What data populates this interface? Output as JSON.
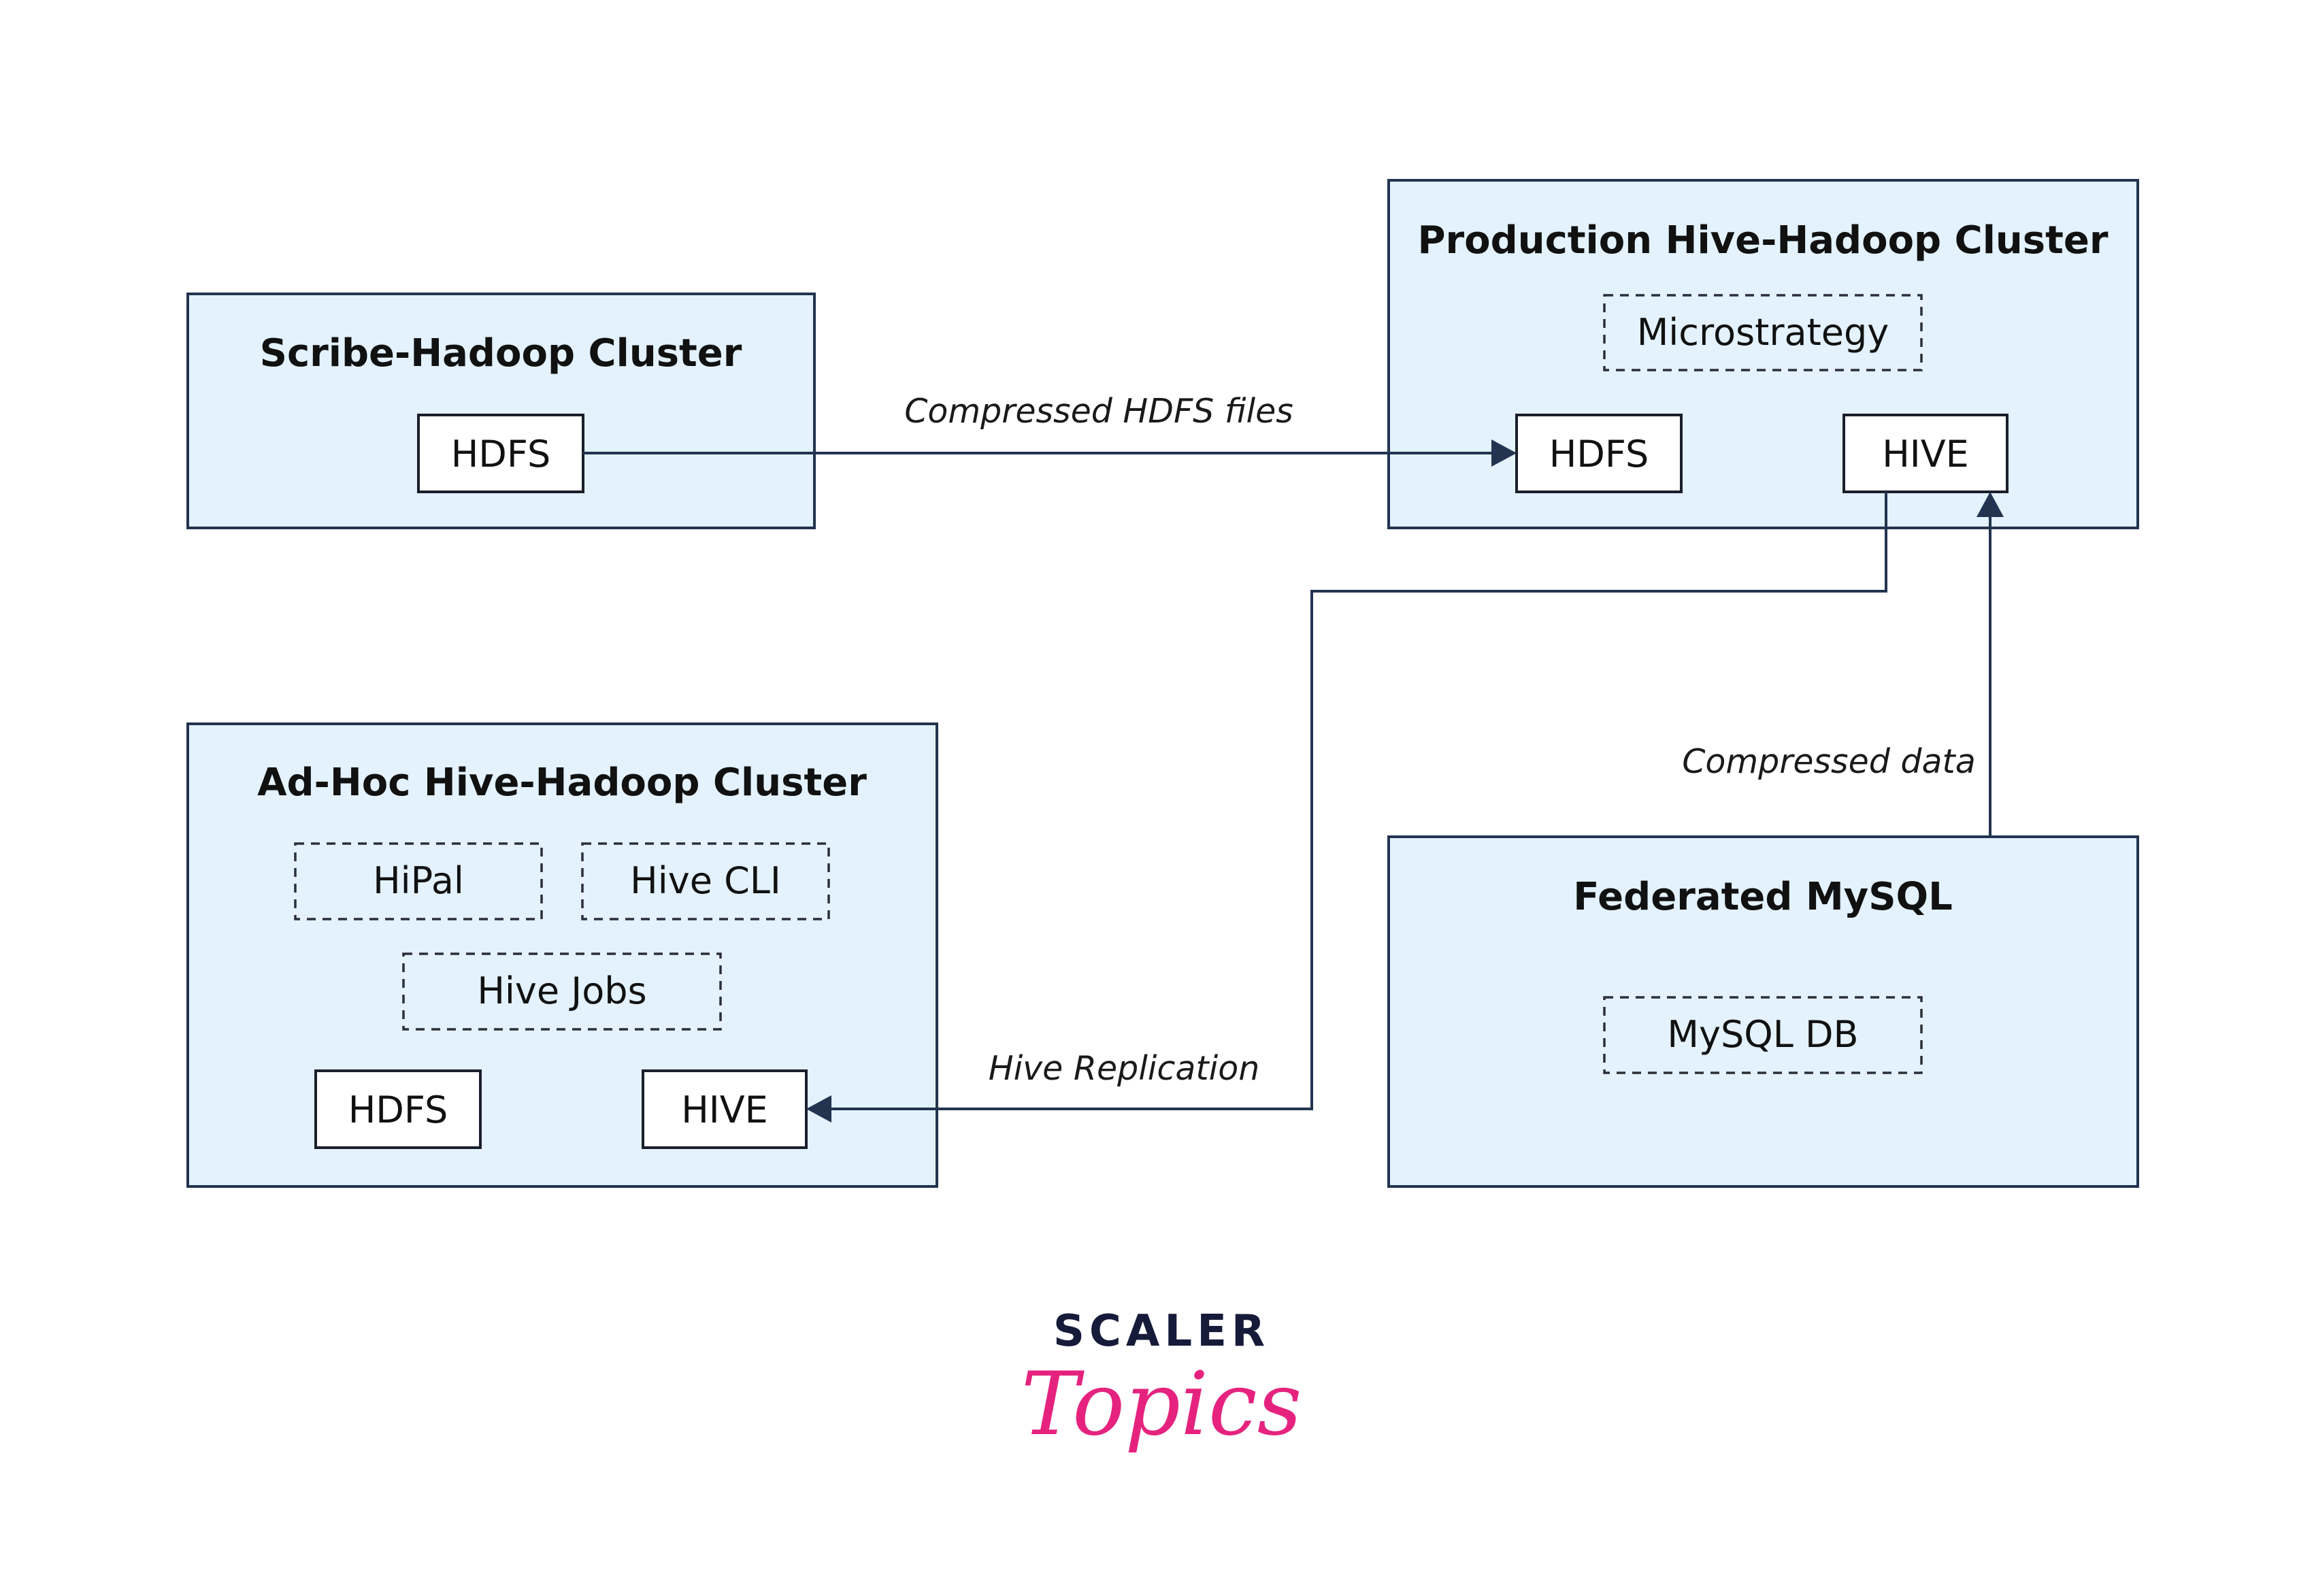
{
  "clusters": {
    "scribe": {
      "title": "Scribe-Hadoop Cluster",
      "hdfs": "HDFS"
    },
    "production": {
      "title": "Production Hive-Hadoop Cluster",
      "microstrategy": "Microstrategy",
      "hdfs": "HDFS",
      "hive": "HIVE"
    },
    "adhoc": {
      "title": "Ad-Hoc Hive-Hadoop Cluster",
      "hipal": "HiPal",
      "hive_cli": "Hive CLI",
      "hive_jobs": "Hive Jobs",
      "hdfs": "HDFS",
      "hive": "HIVE"
    },
    "federated": {
      "title": "Federated MySQL",
      "mysql_db": "MySQL DB"
    }
  },
  "edges": {
    "compressed_hdfs_files": "Compressed HDFS files",
    "hive_replication": "Hive Replication",
    "compressed_data": "Compressed data"
  },
  "logo": {
    "top": "SCALER",
    "bottom": "Topics"
  },
  "colors": {
    "cluster_fill": "#e3f2fd",
    "border": "#22344f",
    "logo_dark": "#161b3a",
    "logo_pink": "#e5237f"
  }
}
